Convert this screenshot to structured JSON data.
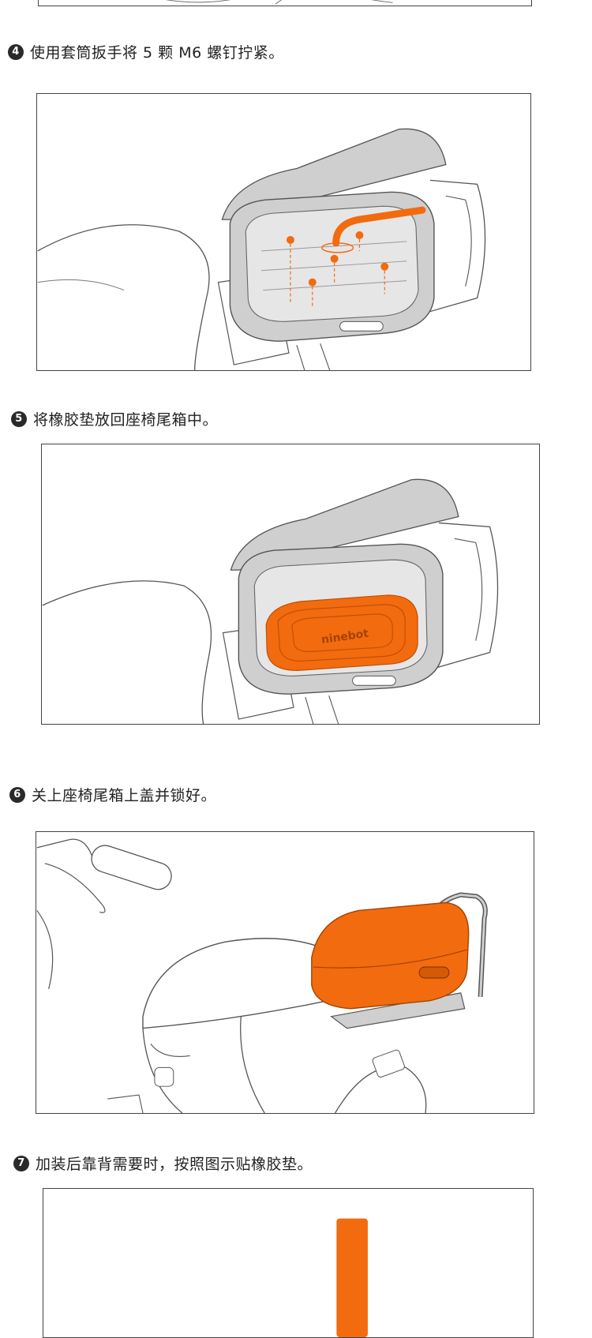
{
  "steps": [
    {
      "num": "4",
      "text": "使用套筒扳手将 5 颗 M6 螺钉拧紧。"
    },
    {
      "num": "5",
      "text": "将橡胶垫放回座椅尾箱中。"
    },
    {
      "num": "6",
      "text": "关上座椅尾箱上盖并锁好。"
    },
    {
      "num": "7",
      "text": "加装后靠背需要时，按照图示贴橡胶垫。"
    }
  ],
  "figures": {
    "mat_logo": "ninebot"
  },
  "colors": {
    "accent": "#f26b0f",
    "line": "#444444",
    "case_gray": "#cfcfcf"
  }
}
